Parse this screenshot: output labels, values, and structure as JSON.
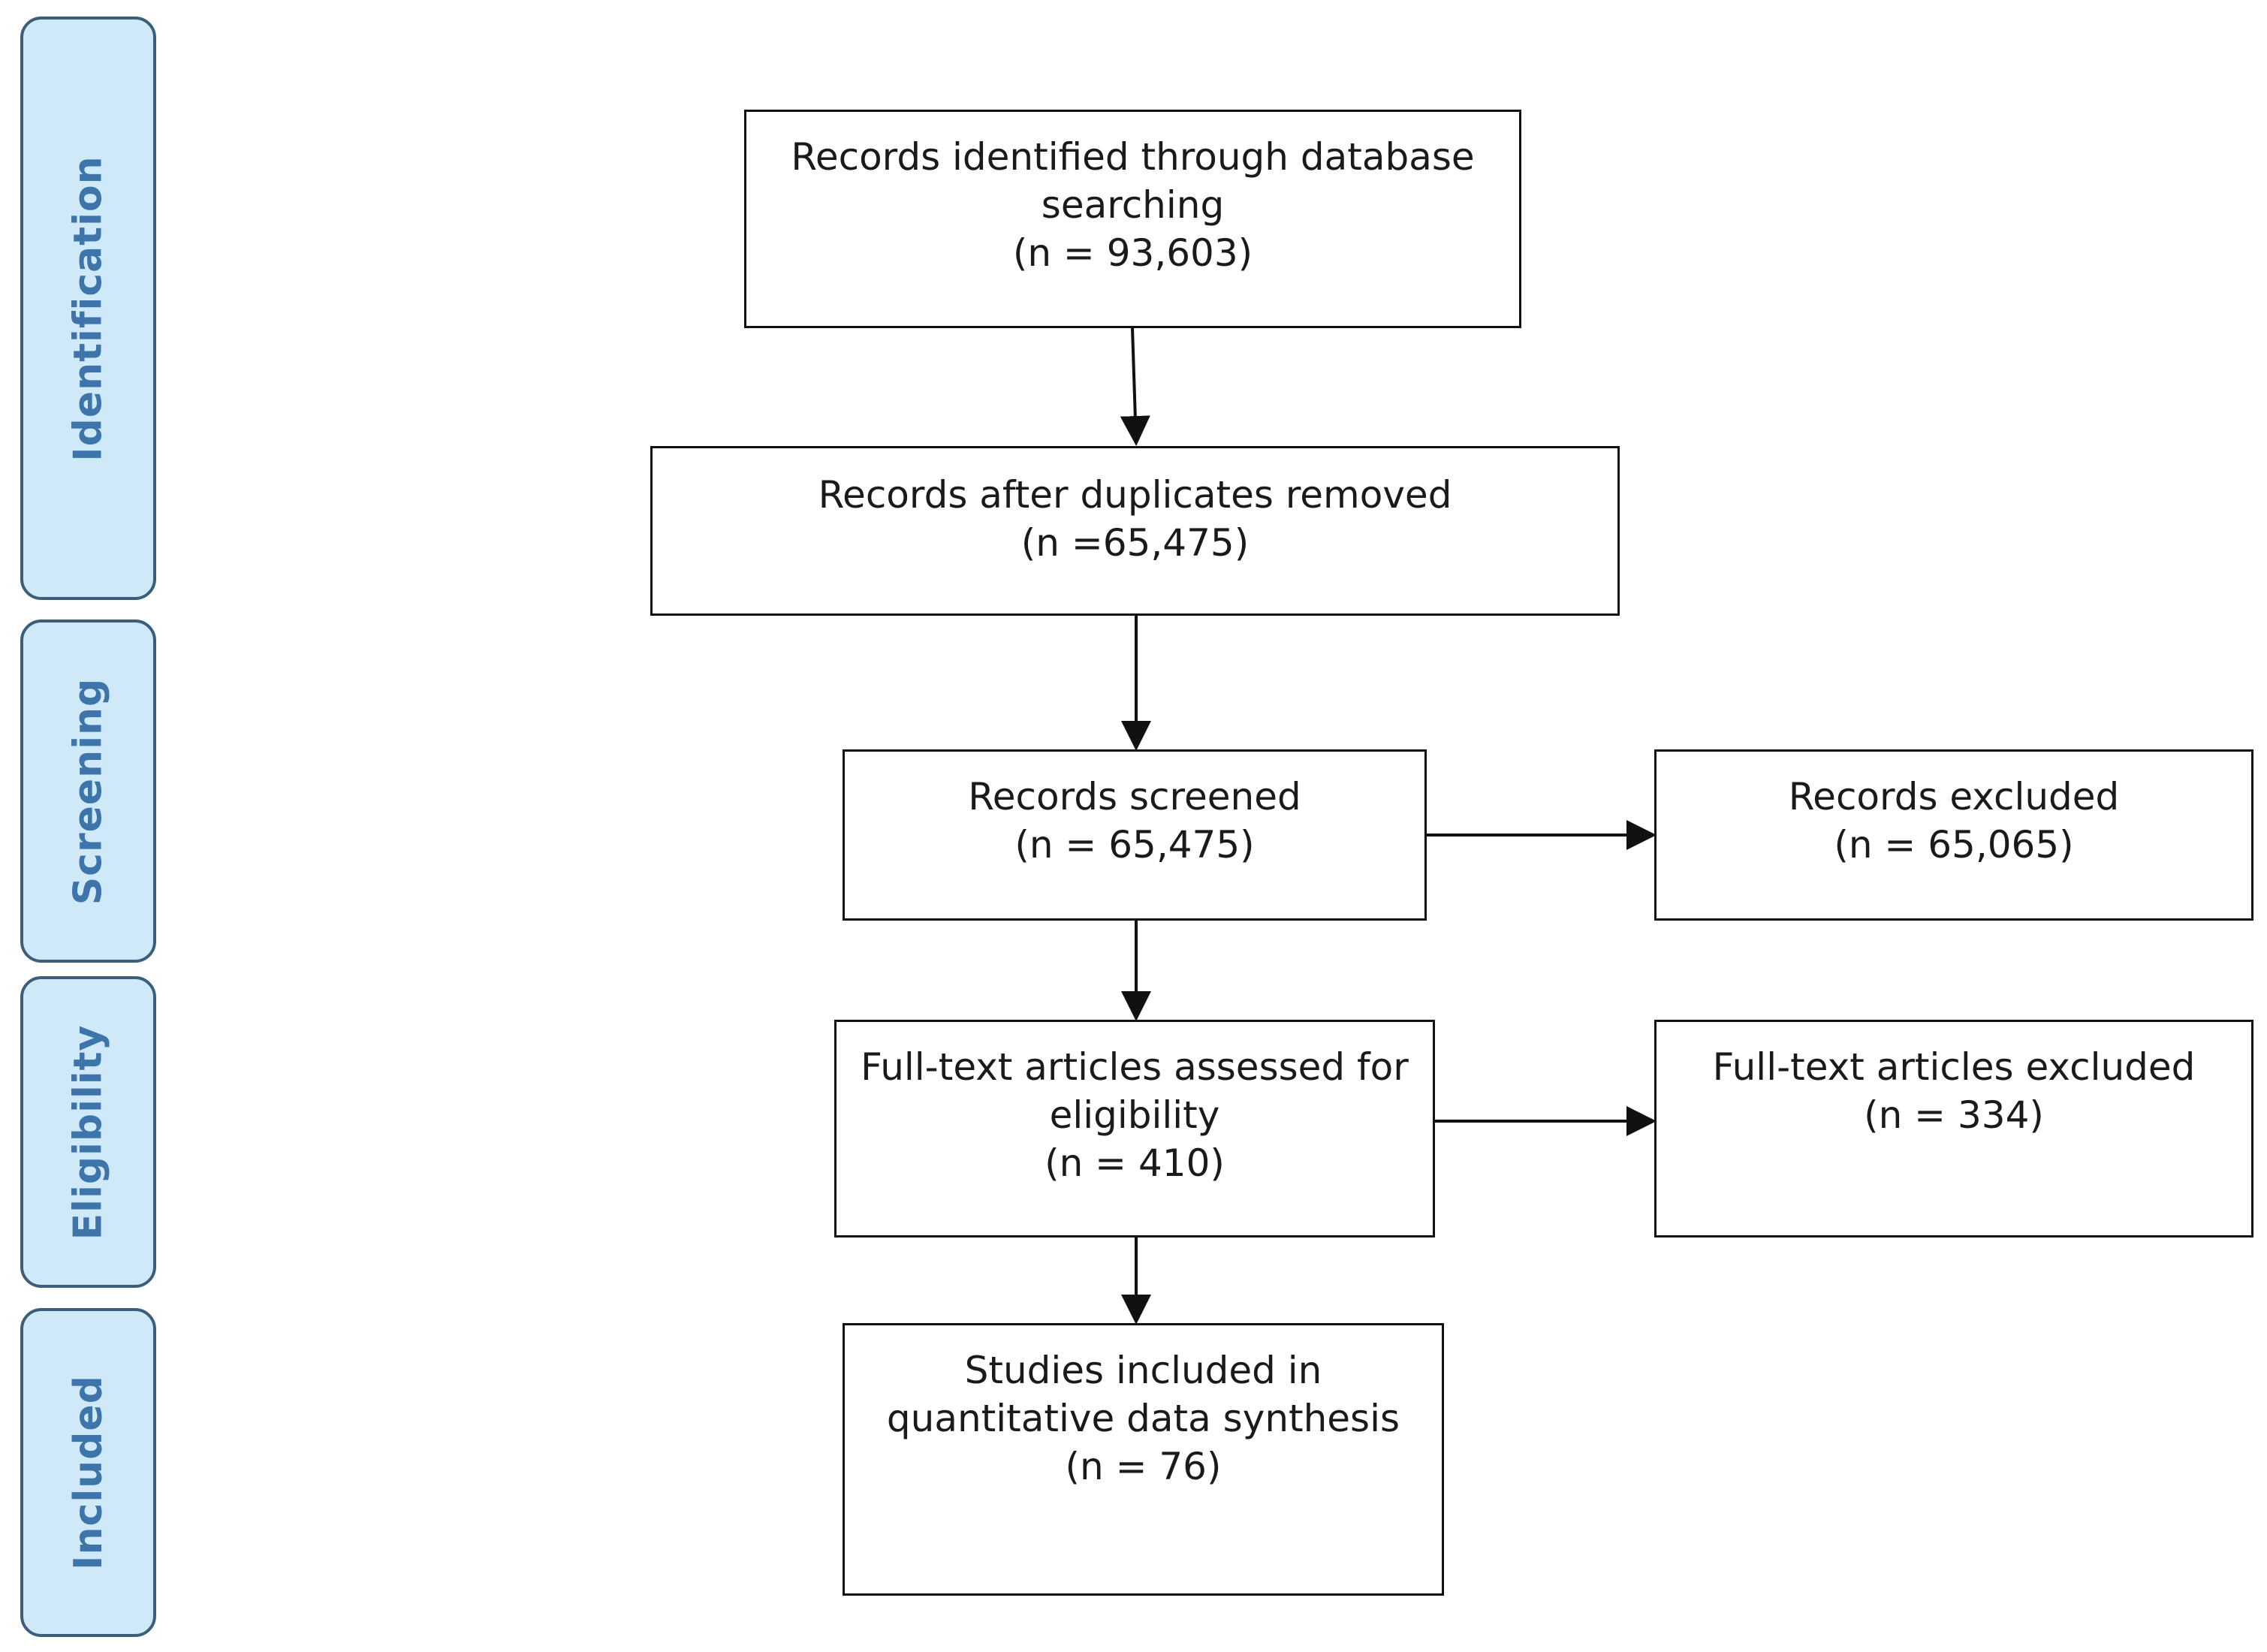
{
  "stages": [
    {
      "key": "identification",
      "label": "Identification"
    },
    {
      "key": "screening",
      "label": "Screening"
    },
    {
      "key": "eligibility",
      "label": "Eligibility"
    },
    {
      "key": "included",
      "label": "Included"
    }
  ],
  "boxes": {
    "identified": {
      "line1": "Records identified through database",
      "line2": "searching",
      "count": "(n = 93,603)"
    },
    "after_duplicates": {
      "line1": "Records after duplicates removed",
      "count": "(n =65,475)"
    },
    "screened": {
      "line1": "Records screened",
      "count": "(n = 65,475)"
    },
    "excluded": {
      "line1": "Records excluded",
      "count": "(n = 65,065)"
    },
    "fulltext_assessed": {
      "line1": "Full-text articles assessed for",
      "line2": "eligibility",
      "count": "(n = 410)"
    },
    "fulltext_excluded": {
      "line1": "Full-text articles excluded",
      "count": "(n = 334)"
    },
    "included": {
      "line1": "Studies included in",
      "line2": "quantitative data synthesis",
      "count": "(n = 76)"
    }
  },
  "colors": {
    "stage_fill": "#cfe9f9",
    "stage_border": "#3b5f7a",
    "stage_text": "#3d74aa",
    "box_border": "#111111"
  }
}
